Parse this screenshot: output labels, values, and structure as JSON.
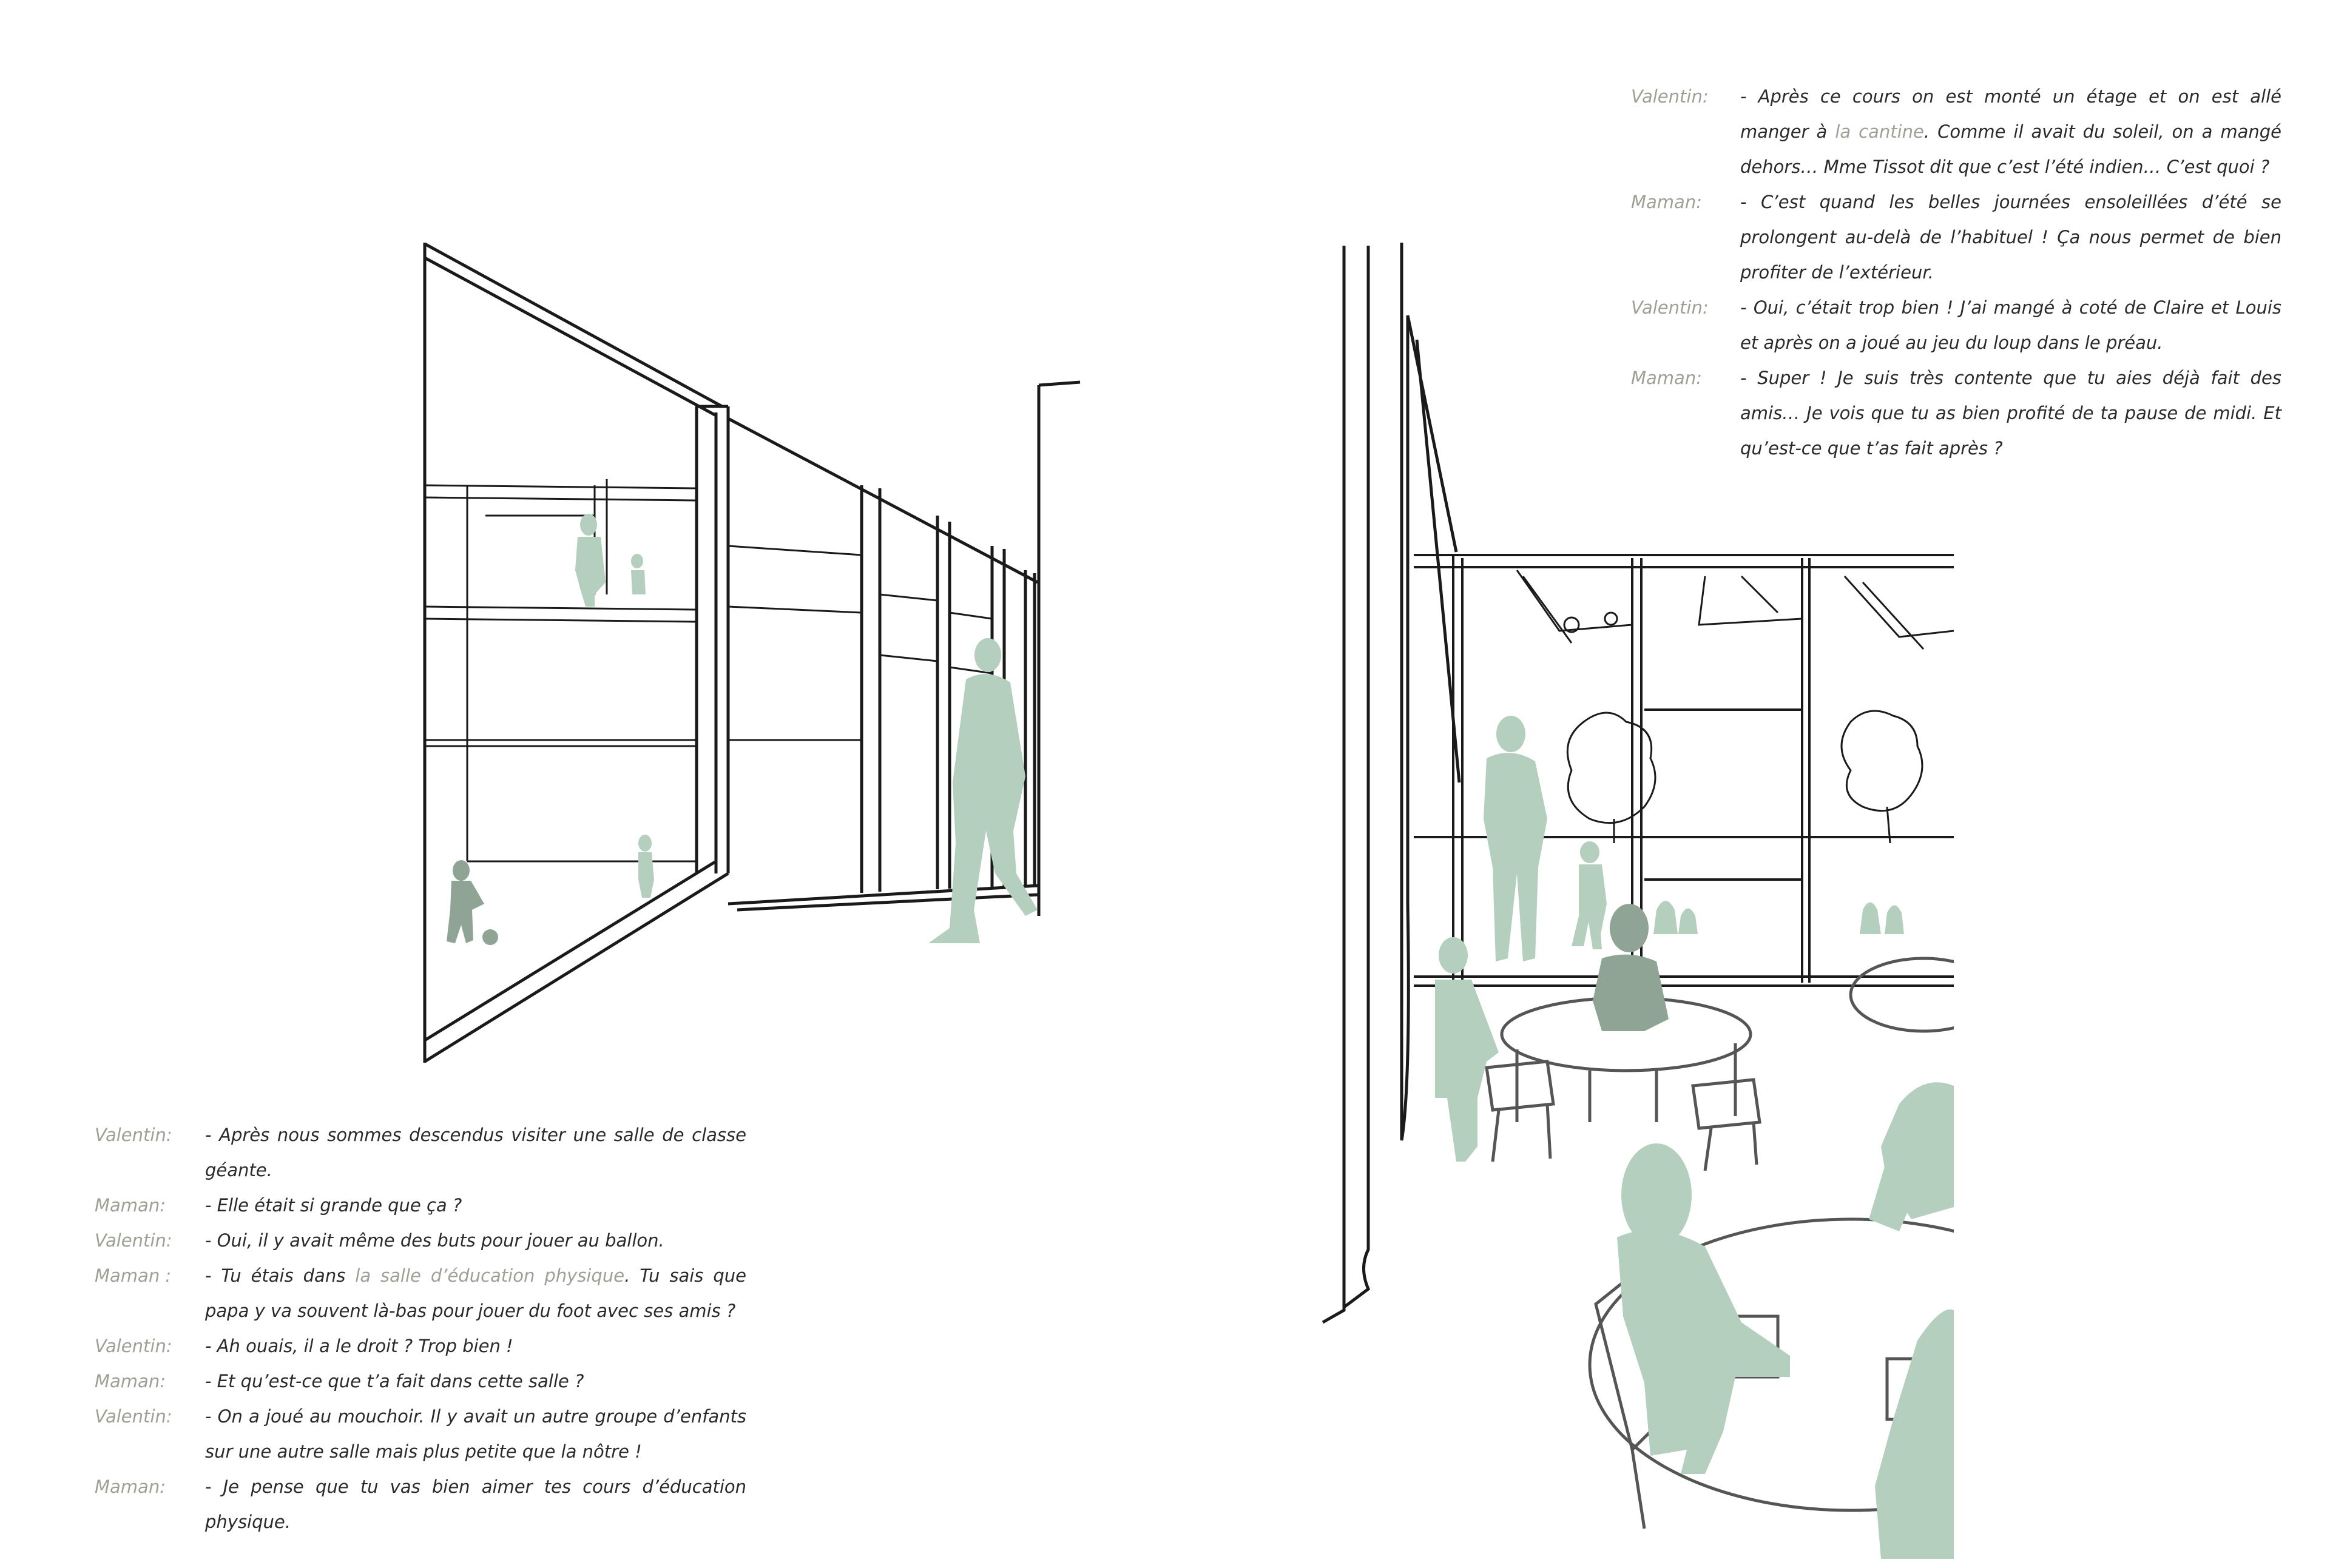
{
  "colors": {
    "speaker": "#9da195",
    "text": "#2a2a2a",
    "figure_light": "#b5cfbf",
    "figure_dark": "#8fa495"
  },
  "dialogue_top": [
    {
      "speaker": "Valentin:",
      "parts": [
        {
          "text": "- Après ce cours on est monté un étage et on est allé manger à "
        },
        {
          "text": "la cantine",
          "highlight": true
        },
        {
          "text": ". Comme il avait du soleil, on a mangé dehors… Mme Tissot dit que c’est l’été indien… C’est quoi ?"
        }
      ]
    },
    {
      "speaker": "Maman:",
      "parts": [
        {
          "text": "- C’est quand les belles journées ensoleillées d’été se prolongent au-delà de l’habituel ! Ça nous permet de bien profiter de l’extérieur."
        }
      ]
    },
    {
      "speaker": "Valentin:",
      "parts": [
        {
          "text": "- Oui, c’était trop bien ! J’ai mangé à coté de Claire et Louis et après on a joué au jeu du loup dans le préau."
        }
      ]
    },
    {
      "speaker": "Maman:",
      "parts": [
        {
          "text": "- Super ! Je suis très contente que tu aies déjà fait des amis… Je vois que tu as bien profité de ta pause de midi. Et qu’est-ce que t’as fait après ?"
        }
      ]
    }
  ],
  "dialogue_bottom": [
    {
      "speaker": "Valentin:",
      "parts": [
        {
          "text": "- Après nous sommes descendus visiter une salle de classe géante."
        }
      ]
    },
    {
      "speaker": "Maman:",
      "parts": [
        {
          "text": "- Elle était si grande que ça ?"
        }
      ]
    },
    {
      "speaker": "Valentin:",
      "parts": [
        {
          "text": "- Oui, il y avait même des buts pour jouer au ballon."
        }
      ]
    },
    {
      "speaker": "Maman :",
      "parts": [
        {
          "text": "- Tu étais dans "
        },
        {
          "text": "la salle d’éducation physique",
          "highlight": true
        },
        {
          "text": ". Tu sais que papa y va souvent là-bas pour jouer du foot avec ses amis ?"
        }
      ]
    },
    {
      "speaker": "Valentin:",
      "parts": [
        {
          "text": "- Ah ouais, il a le droit ? Trop bien !"
        }
      ]
    },
    {
      "speaker": "Maman:",
      "parts": [
        {
          "text": "- Et qu’est-ce que t’a fait dans cette salle ?"
        }
      ]
    },
    {
      "speaker": "Valentin:",
      "parts": [
        {
          "text": "- On a joué au mouchoir. Il y avait un autre groupe d’enfants sur une autre salle mais plus petite que la nôtre !"
        }
      ]
    },
    {
      "speaker": "Maman:",
      "parts": [
        {
          "text": "- Je pense que tu vas bien aimer tes cours d’éducation physique."
        }
      ]
    }
  ]
}
